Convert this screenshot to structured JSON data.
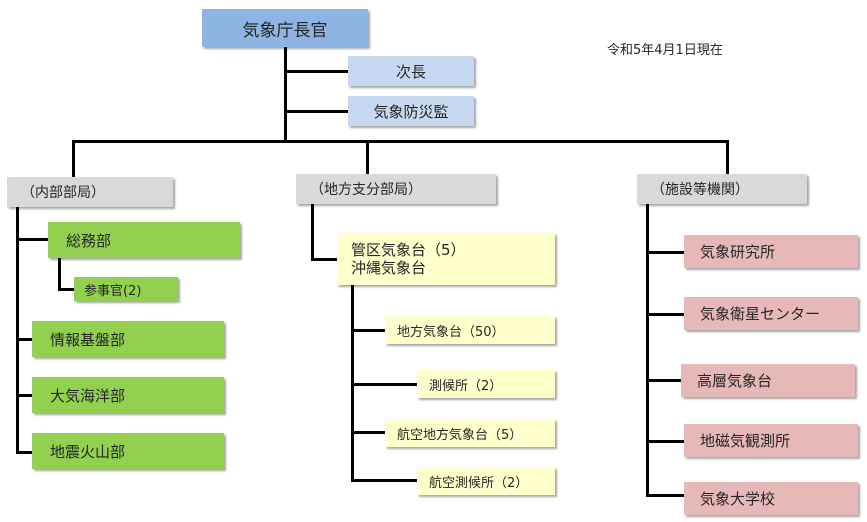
{
  "title_date": "令和5年4月1日現在",
  "top": {
    "label": "気象庁長官"
  },
  "staff": [
    {
      "label": "次長"
    },
    {
      "label": "気象防災監"
    }
  ],
  "colors": {
    "top": "#8eb4e3",
    "staff": "#c6d9f1",
    "group_header": "#d9d9d9",
    "internal": "#92d050",
    "regional": "#ffffcc",
    "facilities": "#e6b9b8",
    "connector": "#000000"
  },
  "groups": {
    "internal": {
      "header": "（内部部局）",
      "items": [
        {
          "label": "総務部",
          "sub": [
            {
              "label": "参事官(2)"
            }
          ]
        },
        {
          "label": "情報基盤部"
        },
        {
          "label": "大気海洋部"
        },
        {
          "label": "地震火山部"
        }
      ]
    },
    "regional": {
      "header": "（地方支分部局）",
      "main": {
        "line1": "管区気象台（5）",
        "line2": "沖縄気象台"
      },
      "items": [
        {
          "label": "地方気象台（50）"
        },
        {
          "label": "測候所（2）"
        },
        {
          "label": "航空地方気象台（5）"
        },
        {
          "label": "航空測候所（2）"
        }
      ]
    },
    "facilities": {
      "header": "（施設等機関）",
      "items": [
        {
          "label": "気象研究所"
        },
        {
          "label": "気象衛星センター"
        },
        {
          "label": "高層気象台"
        },
        {
          "label": "地磁気観測所"
        },
        {
          "label": "気象大学校"
        }
      ]
    }
  }
}
